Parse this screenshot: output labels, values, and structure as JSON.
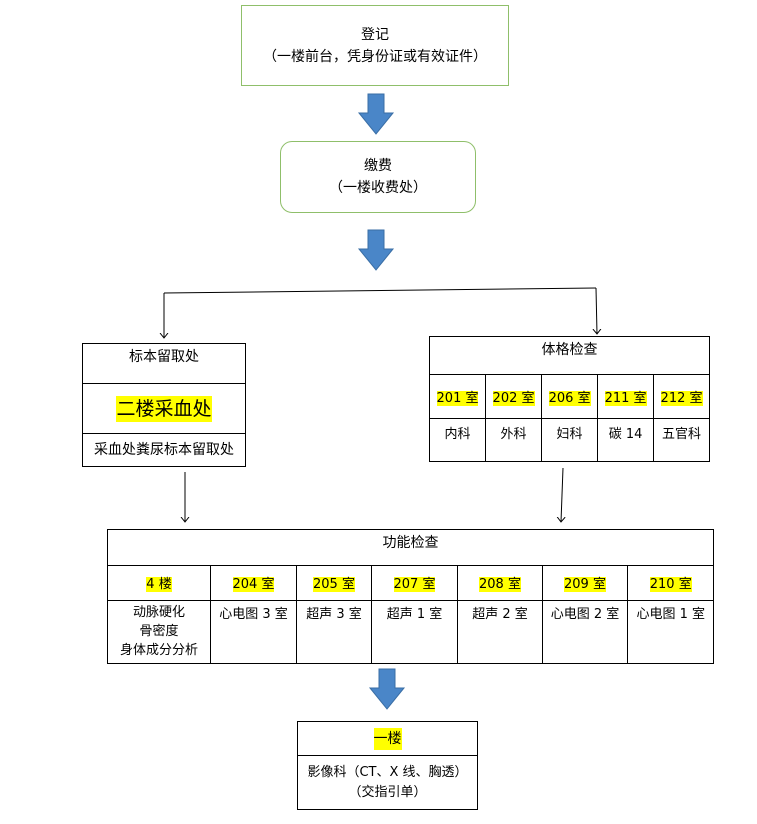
{
  "register": {
    "title": "登记",
    "subtitle": "（一楼前台，凭身份证或有效证件）"
  },
  "payment": {
    "title": "缴费",
    "subtitle": "（一楼收费处）"
  },
  "specimen": {
    "header": "标本留取处",
    "location": "二楼采血处",
    "note": "采血处粪尿标本留取处"
  },
  "physical_exam": {
    "header": "体格检查",
    "rooms": [
      "201 室",
      "202 室",
      "206 室",
      "211 室",
      "212 室"
    ],
    "departments": [
      "内科",
      "外科",
      "妇科",
      "碳 14",
      "五官科"
    ]
  },
  "function_exam": {
    "header": "功能检查",
    "rooms": [
      "4 楼",
      "204 室",
      "205 室",
      "207 室",
      "208 室",
      "209 室",
      "210 室"
    ],
    "items": [
      "动脉硬化\n骨密度\n身体成分分析",
      "心电图 3 室",
      "超声 3 室",
      "超声 1 室",
      "超声 2 室",
      "心电图 2 室",
      "心电图 1 室"
    ]
  },
  "imaging": {
    "floor": "一楼",
    "title": "影像科（CT、X 线、胸透）",
    "note": "（交指引单）"
  },
  "colors": {
    "arrow_fill": "#4a86c8",
    "green_border": "#8fbf6a",
    "highlight": "#ffff00"
  }
}
